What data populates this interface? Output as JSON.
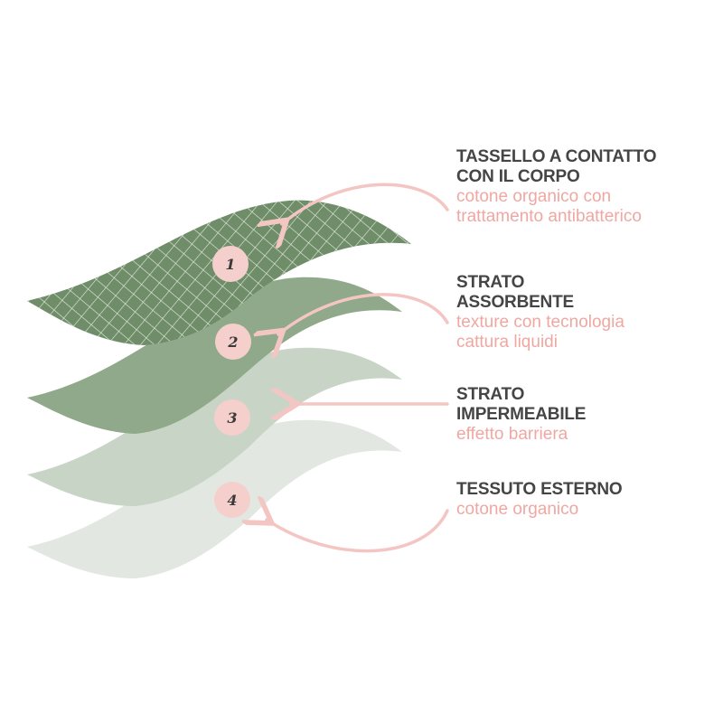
{
  "layers": [
    {
      "number": "1",
      "title": "TASSELLO A CONTATTO\nCON IL CORPO",
      "description": "cotone organico con\ntrattamento antibatterico",
      "color": "#6f8d69"
    },
    {
      "number": "2",
      "title": "STRATO\nASSORBENTE",
      "description": "texture con tecnologia\ncattura liquidi",
      "color": "#8fa98a"
    },
    {
      "number": "3",
      "title": "STRATO\nIMPERMEABILE",
      "description": "effetto barriera",
      "color": "#c8d5c6"
    },
    {
      "number": "4",
      "title": "TESSUTO ESTERNO",
      "description": "cotone organico",
      "color": "#e2e8e1"
    }
  ],
  "colors": {
    "accent_pink": "#f4c6c3",
    "text_dark": "#454545",
    "text_pink": "#f0a7a2"
  }
}
